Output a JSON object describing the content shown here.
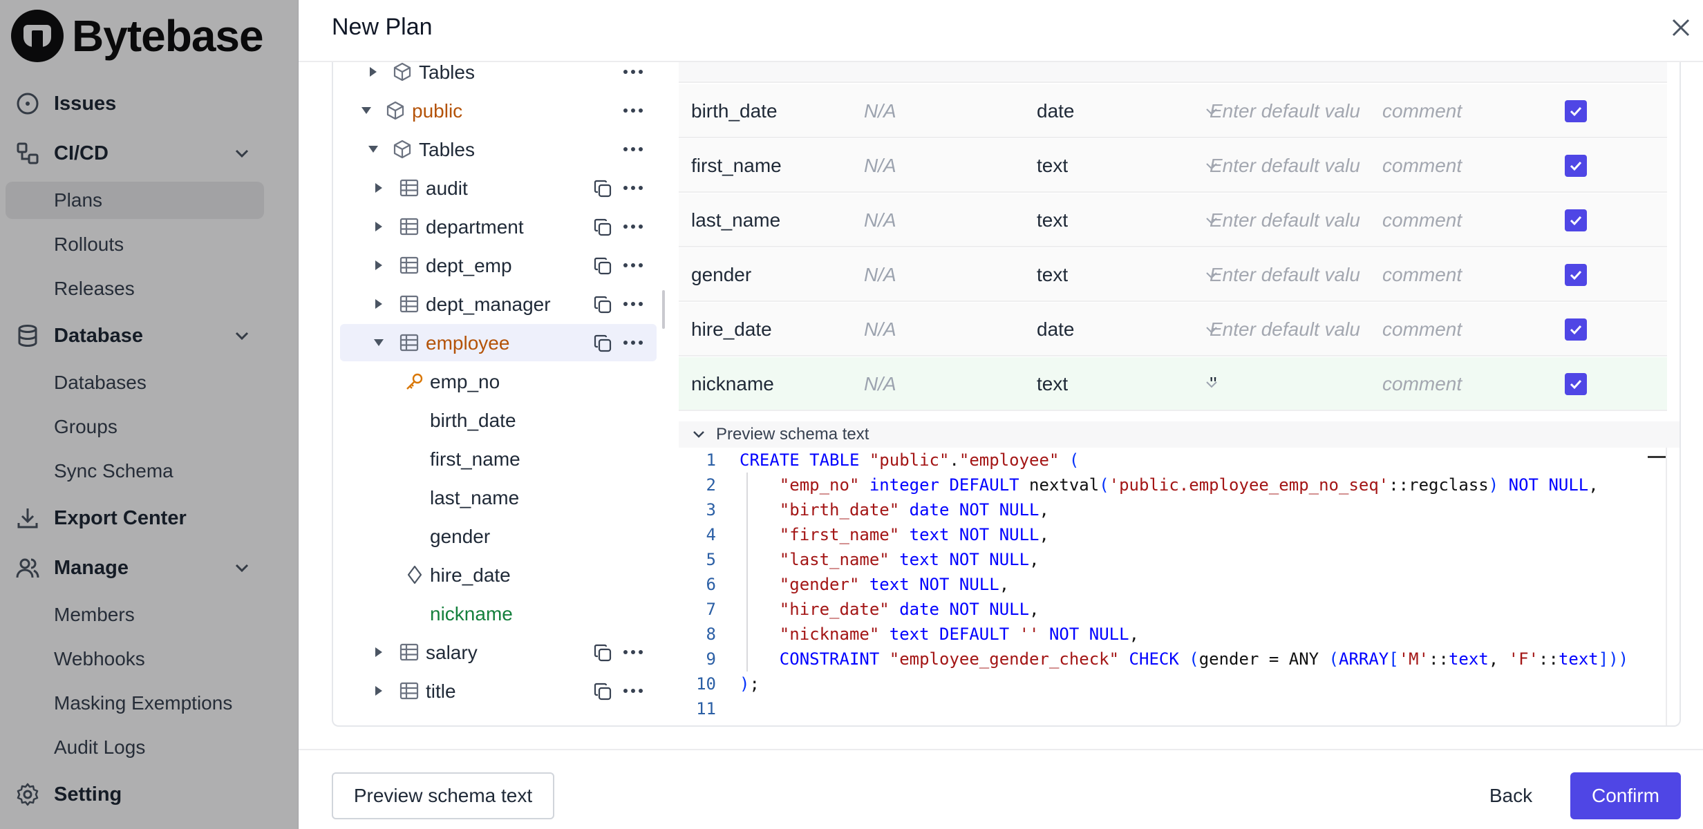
{
  "app": {
    "logo_text": "Bytebase",
    "nav": {
      "issues": "Issues",
      "cicd": "CI/CD",
      "plans": "Plans",
      "rollouts": "Rollouts",
      "releases": "Releases",
      "database": "Database",
      "databases": "Databases",
      "groups": "Groups",
      "sync_schema": "Sync Schema",
      "export_center": "Export Center",
      "manage": "Manage",
      "members": "Members",
      "webhooks": "Webhooks",
      "masking_exemptions": "Masking Exemptions",
      "audit_logs": "Audit Logs",
      "setting": "Setting"
    },
    "active_item": "Plans"
  },
  "modal": {
    "title": "New Plan",
    "tree": [
      {
        "label": "Tables",
        "kind": "folder",
        "expanded": false
      },
      {
        "label": "public",
        "kind": "schema",
        "expanded": true,
        "state": "modified"
      },
      {
        "label": "Tables",
        "kind": "folder",
        "expanded": true
      },
      {
        "label": "audit",
        "kind": "table"
      },
      {
        "label": "department",
        "kind": "table"
      },
      {
        "label": "dept_emp",
        "kind": "table"
      },
      {
        "label": "dept_manager",
        "kind": "table"
      },
      {
        "label": "employee",
        "kind": "table",
        "expanded": true,
        "selected": true,
        "state": "modified"
      },
      {
        "label": "emp_no",
        "kind": "column",
        "icon": "key-icon"
      },
      {
        "label": "birth_date",
        "kind": "column"
      },
      {
        "label": "first_name",
        "kind": "column"
      },
      {
        "label": "last_name",
        "kind": "column"
      },
      {
        "label": "gender",
        "kind": "column"
      },
      {
        "label": "hire_date",
        "kind": "column",
        "icon": "index-diamond-icon"
      },
      {
        "label": "nickname",
        "kind": "column",
        "state": "added"
      },
      {
        "label": "salary",
        "kind": "table"
      },
      {
        "label": "title",
        "kind": "table"
      }
    ],
    "columns": [
      {
        "name": "birth_date",
        "semantic": "N/A",
        "type": "date",
        "default_placeholder": "Enter default valu",
        "comment_placeholder": "comment",
        "not_null": true
      },
      {
        "name": "first_name",
        "semantic": "N/A",
        "type": "text",
        "default_placeholder": "Enter default valu",
        "comment_placeholder": "comment",
        "not_null": true
      },
      {
        "name": "last_name",
        "semantic": "N/A",
        "type": "text",
        "default_placeholder": "Enter default valu",
        "comment_placeholder": "comment",
        "not_null": true
      },
      {
        "name": "gender",
        "semantic": "N/A",
        "type": "text",
        "default_placeholder": "Enter default valu",
        "comment_placeholder": "comment",
        "not_null": true
      },
      {
        "name": "hire_date",
        "semantic": "N/A",
        "type": "date",
        "default_placeholder": "Enter default valu",
        "comment_placeholder": "comment",
        "not_null": true
      },
      {
        "name": "nickname",
        "semantic": "N/A",
        "type": "text",
        "default_value": "''",
        "comment_placeholder": "comment",
        "not_null": true,
        "state": "added"
      }
    ],
    "preview_label": "Preview schema text",
    "code_lines": [
      "CREATE TABLE \"public\".\"employee\" (",
      "    \"emp_no\" integer DEFAULT nextval('public.employee_emp_no_seq'::regclass) NOT NULL,",
      "    \"birth_date\" date NOT NULL,",
      "    \"first_name\" text NOT NULL,",
      "    \"last_name\" text NOT NULL,",
      "    \"gender\" text NOT NULL,",
      "    \"hire_date\" date NOT NULL,",
      "    \"nickname\" text DEFAULT '' NOT NULL,",
      "    CONSTRAINT \"employee_gender_check\" CHECK (gender = ANY (ARRAY['M'::text, 'F'::text]))",
      ");",
      ""
    ],
    "footer": {
      "preview_button": "Preview schema text",
      "back_button": "Back",
      "confirm_button": "Confirm"
    },
    "colors": {
      "accent": "#4f46e5",
      "modified": "#b45309",
      "added": "#15803d"
    }
  }
}
